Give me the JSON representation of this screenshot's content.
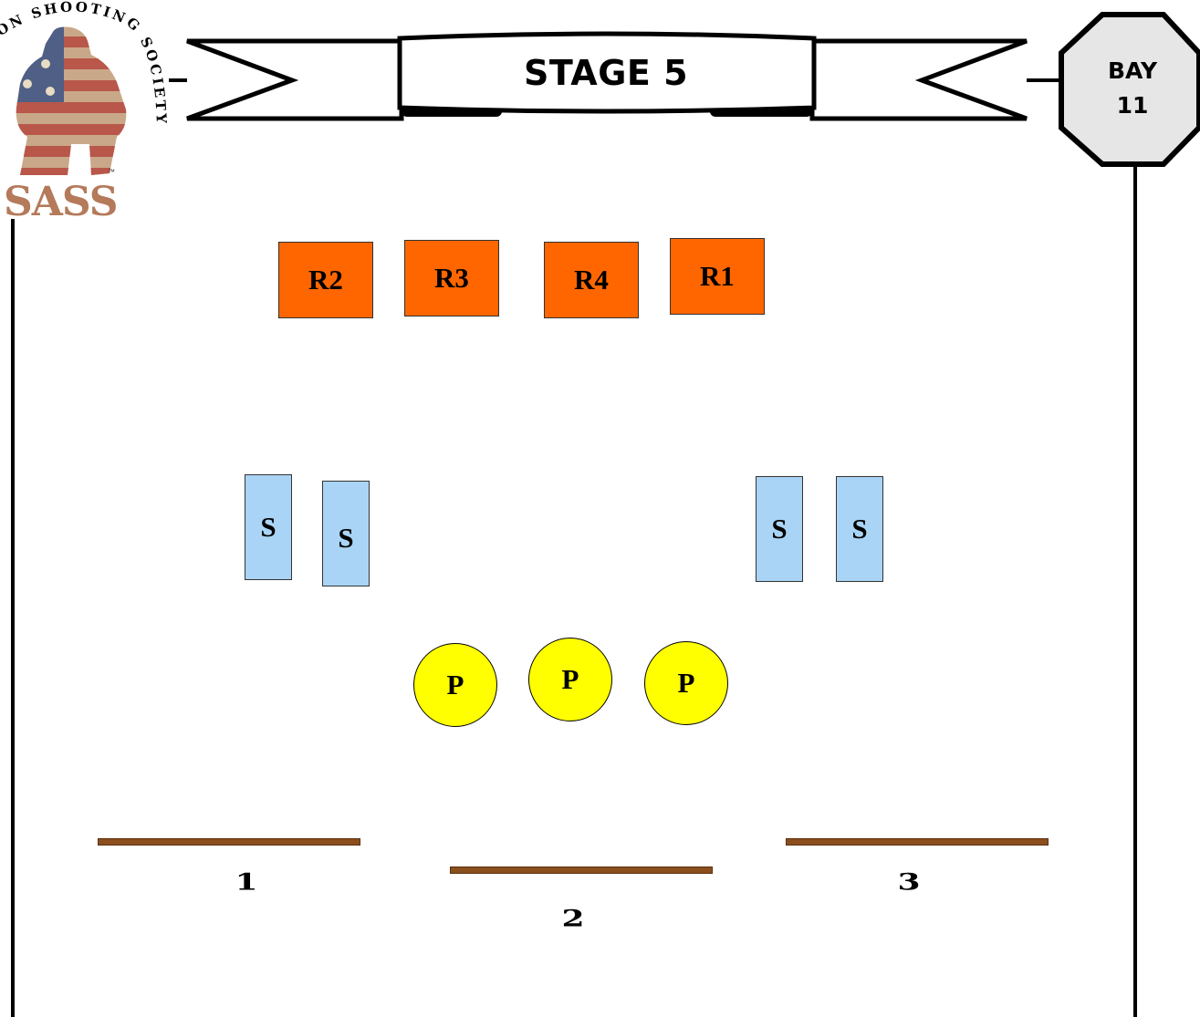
{
  "stage_title": "STAGE 5",
  "bay": {
    "label": "BAY",
    "number": "11"
  },
  "logo": {
    "arc_text": "ON SHOOTING SOCIETY",
    "name": "SASS",
    "trademark": "™"
  },
  "rifle_targets": [
    "R2",
    "R3",
    "R4",
    "R1"
  ],
  "shotgun_targets": [
    "S",
    "S",
    "S",
    "S"
  ],
  "pistol_targets": [
    "P",
    "P",
    "P"
  ],
  "positions": [
    "1",
    "2",
    "3"
  ],
  "colors": {
    "rifle": "#ff6600",
    "shotgun": "#a9d4f5",
    "pistol": "#ffff00",
    "table": "#8b4f1e"
  }
}
